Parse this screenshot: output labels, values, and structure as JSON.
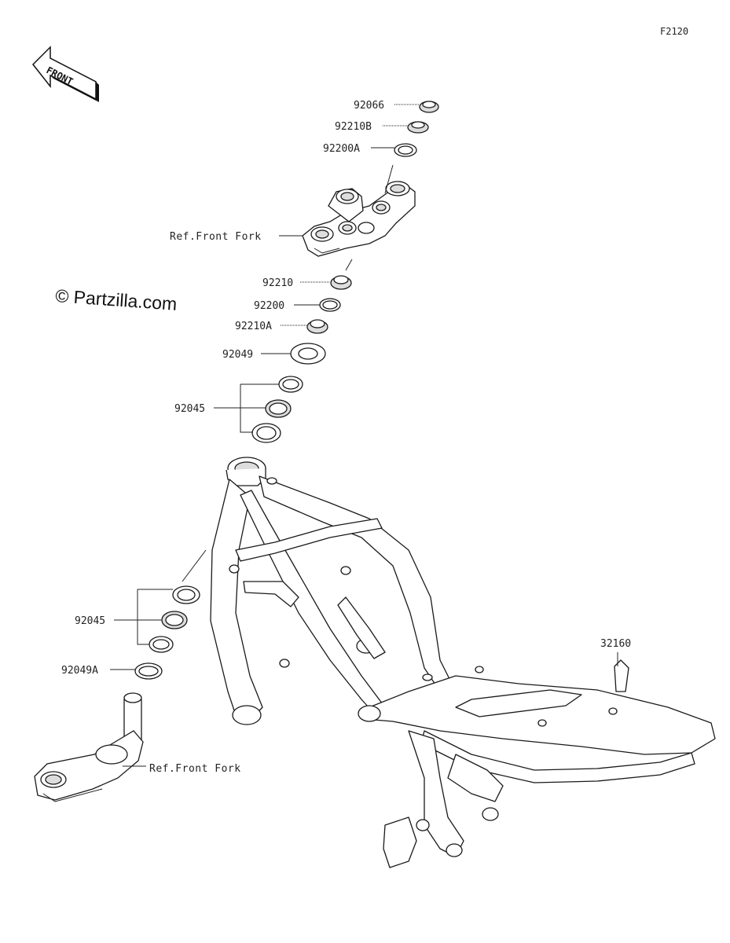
{
  "figure_id": "F2120",
  "watermark": "© Partzilla.com",
  "front_arrow": {
    "label": "FRONT",
    "icon": "front-direction-arrow-icon"
  },
  "callouts": {
    "p92066": "92066",
    "p92210B": "92210B",
    "p92200A": "92200A",
    "ref_front_fork_upper": "Ref.Front Fork",
    "p92210": "92210",
    "p92200": "92200",
    "p92210A": "92210A",
    "p92049": "92049",
    "p92045_upper": "92045",
    "p92045_lower": "92045",
    "p92049A": "92049A",
    "p32160": "32160",
    "ref_front_fork_lower": "Ref.Front Fork"
  }
}
